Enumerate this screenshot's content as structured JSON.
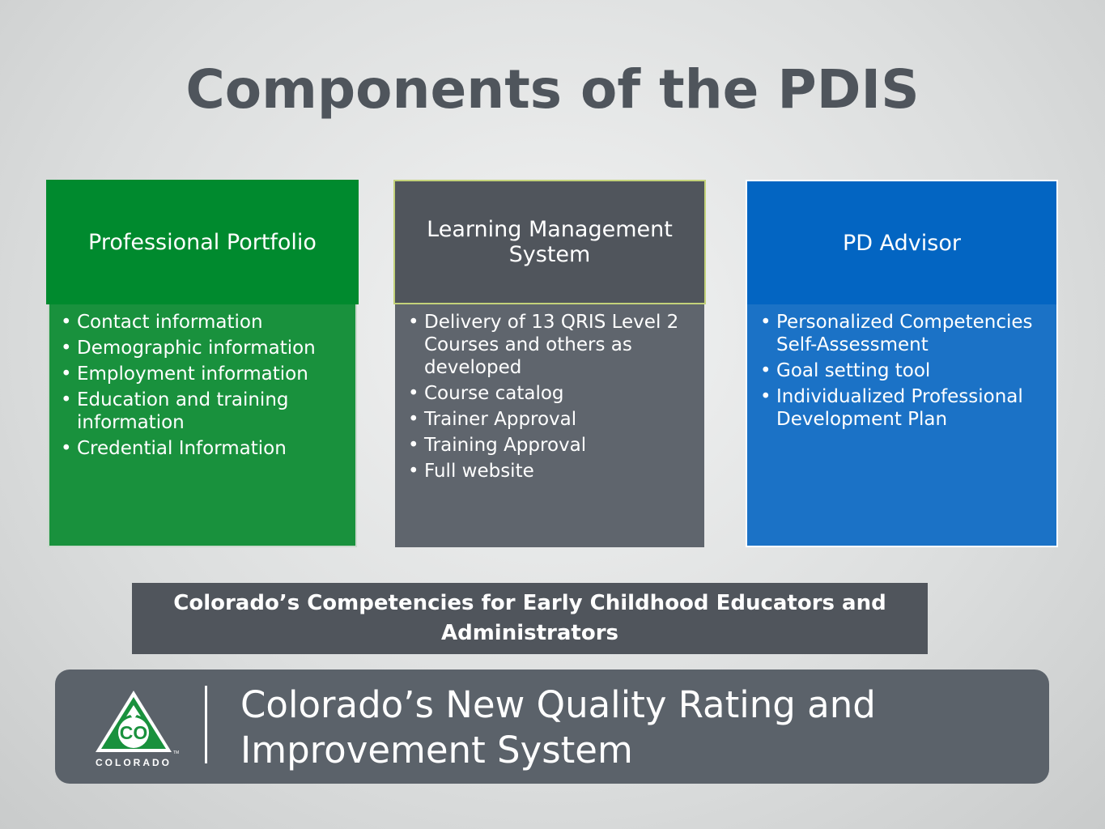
{
  "slide": {
    "title": "Components of the PDIS"
  },
  "columns": [
    {
      "heading": "Professional Portfolio",
      "color": "#008a2e",
      "items": [
        "Contact information",
        "Demographic information",
        "Employment information",
        "Education and training information",
        "Credential Information"
      ]
    },
    {
      "heading": "Learning Management System",
      "color": "#50555c",
      "items": [
        "Delivery of 13 QRIS Level 2 Courses and others as developed",
        "Course catalog",
        "Trainer Approval",
        "Training Approval",
        "Full website"
      ]
    },
    {
      "heading": "PD Advisor",
      "color": "#0365c2",
      "items": [
        "Personalized Competencies Self-Assessment",
        "Goal setting tool",
        "Individualized Professional Development Plan"
      ]
    }
  ],
  "band": {
    "text": "Colorado’s Competencies for Early Childhood Educators and Administrators"
  },
  "footer": {
    "logo_icon": "colorado-co-logo-icon",
    "logo_abbrev": "CO",
    "logo_word": "COLORADO",
    "logo_tm": "TM",
    "text": "Colorado’s New Quality Rating and Improvement System"
  }
}
